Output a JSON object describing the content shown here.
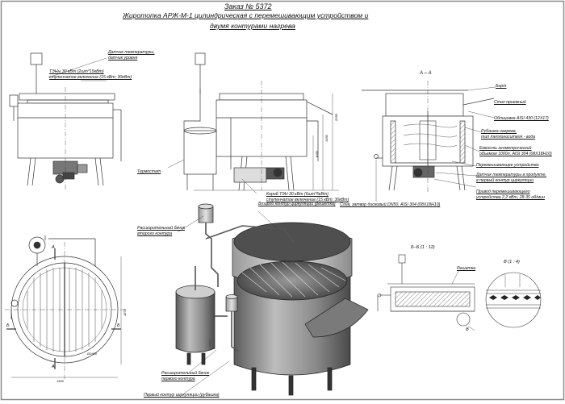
{
  "title": {
    "order": "Заказ № 5372",
    "line1": "Жиротопка АРЖ-М-1 цилиндрическая с перемешивающим устройством и",
    "line2": "двумя контурами нагрева"
  },
  "labels": {
    "temp_sensor": "Датчик температуры,",
    "level_sensor": "датчик уровня",
    "ten_top_1": "ТЭНы 30 кВт (2шт*15кВт)",
    "ten_top_2": "ступенчатое включение (15 кВт; 30кВт)",
    "thermostat": "Термостат",
    "box_1": "Короб ТЭН 30 кВт (6шт*5кВт)",
    "box_2": "ступенчатое включение (15 кВт; 30кВт)",
    "section_aa": "А – А",
    "bort": "Борт",
    "table": "Стол приемный",
    "cladding": "Облицовка AISI 430 (12Х17)",
    "jacket_1": "Рубашка нагрева,",
    "jacket_2": "тип теплоносителя - вода",
    "vessel_1": "Емкость геометрический",
    "vessel_2": "объемом 1000л, AISI 304 (08Х18Н10)",
    "stirrer": "Перемешивающее устройство",
    "sensor_prod_1": "Датчик температуры в продукте,",
    "sensor_prod_2": "в первый контур циркуляции",
    "drive_1": "Привод перемешивающего",
    "drive_2": "устройства 2,2 кВт, 28-35 об/мин",
    "drain": "Слив, затвор дисковый DN50, AISI 304 (08Х18Н10)",
    "exp_tank2_1": "Расширительный бачок",
    "exp_tank2_2": "второго контура",
    "second_circuit": "Второй контур циркуляции (решетка)",
    "exp_tank1_1": "Расширительный бачок",
    "exp_tank1_2": "первого контура",
    "first_circuit": "Первый контур циркуляции (рубашка)",
    "section_bb": "Б–Б (1 : 12)",
    "grate": "Решетка",
    "detail_v": "В (1 : 4)",
    "letter_a": "А",
    "letter_b": "Б",
    "letter_v": "В"
  },
  "dimensions": {
    "h_total": "2095",
    "h_mid": "1450",
    "h_low": "1050",
    "dia": "Ø1600",
    "top_view_w": "1600",
    "top_view_h": "1870"
  }
}
